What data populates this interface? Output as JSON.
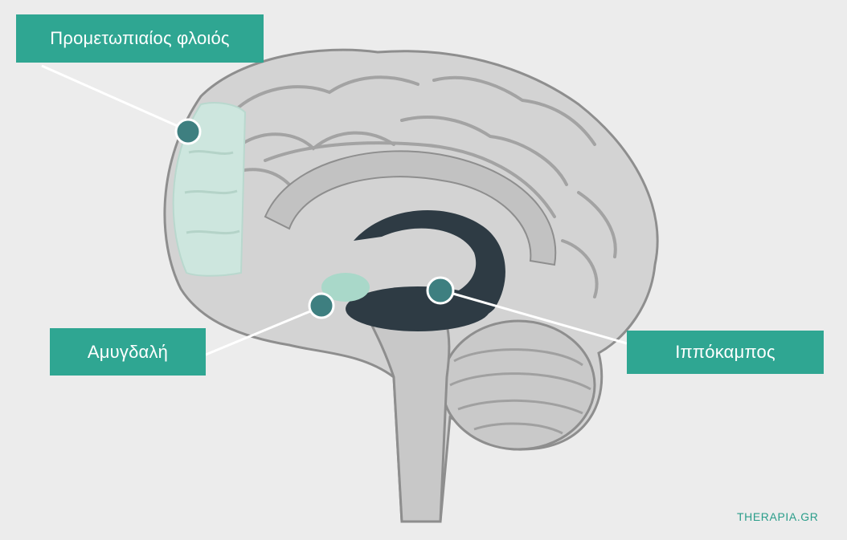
{
  "labels": {
    "prefrontal_cortex": "Προμετωπιαίος φλοιός",
    "amygdala": "Αμυγδαλή",
    "hippocampus": "Ιππόκαμπος"
  },
  "watermark": "THERAPIA.GR",
  "colors": {
    "background": "#ececec",
    "label_box": "#2fa692",
    "marker": "#3e7f80",
    "prefrontal_highlight": "#cde6de",
    "amygdala_highlight": "#a9d8c9",
    "hippocampus_highlight": "#2e3b44",
    "brain_fill": "#d1d1d1",
    "brain_stroke": "#9a9a9a"
  }
}
